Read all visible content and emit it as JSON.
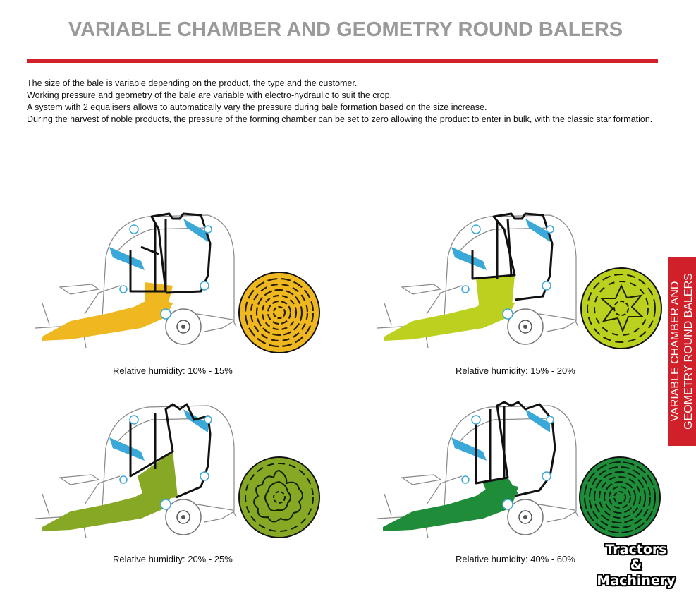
{
  "header": {
    "title": "VARIABLE CHAMBER AND GEOMETRY ROUND BALERS"
  },
  "intro": {
    "lines": [
      "The size of the bale is variable depending on the product, the type and the customer.",
      "Working pressure and geometry of the bale are variable with electro-hydraulic to suit the crop.",
      "A system with 2 equalisers allows to automatically vary the pressure during bale formation based on the size increase.",
      "During the harvest of noble products, the pressure of the forming chamber can be set to zero allowing the product to enter in bulk, with the classic star formation."
    ]
  },
  "side_tab": {
    "line1": "VARIABLE CHAMBER AND",
    "line2": "GEOMETRY ROUND BALERS"
  },
  "panels": [
    {
      "caption": "Relative humidity: 10% - 15%",
      "crop_color": "#f0b820",
      "pattern_color": "#2a2000"
    },
    {
      "caption": "Relative humidity: 15% - 20%",
      "crop_color": "#bcd020",
      "pattern_color": "#1a2000"
    },
    {
      "caption": "Relative humidity: 20% - 25%",
      "crop_color": "#86a825",
      "pattern_color": "#142000"
    },
    {
      "caption": "Relative humidity: 40% - 60%",
      "crop_color": "#1f8c3a",
      "pattern_color": "#062010"
    }
  ],
  "colors": {
    "accent_red": "#d0202a",
    "title_gray": "#9a9a9a",
    "belt_blue": "#3aa8d8"
  },
  "watermark": {
    "line1": "Tractors",
    "line2": "&",
    "line3": "Machinery"
  }
}
